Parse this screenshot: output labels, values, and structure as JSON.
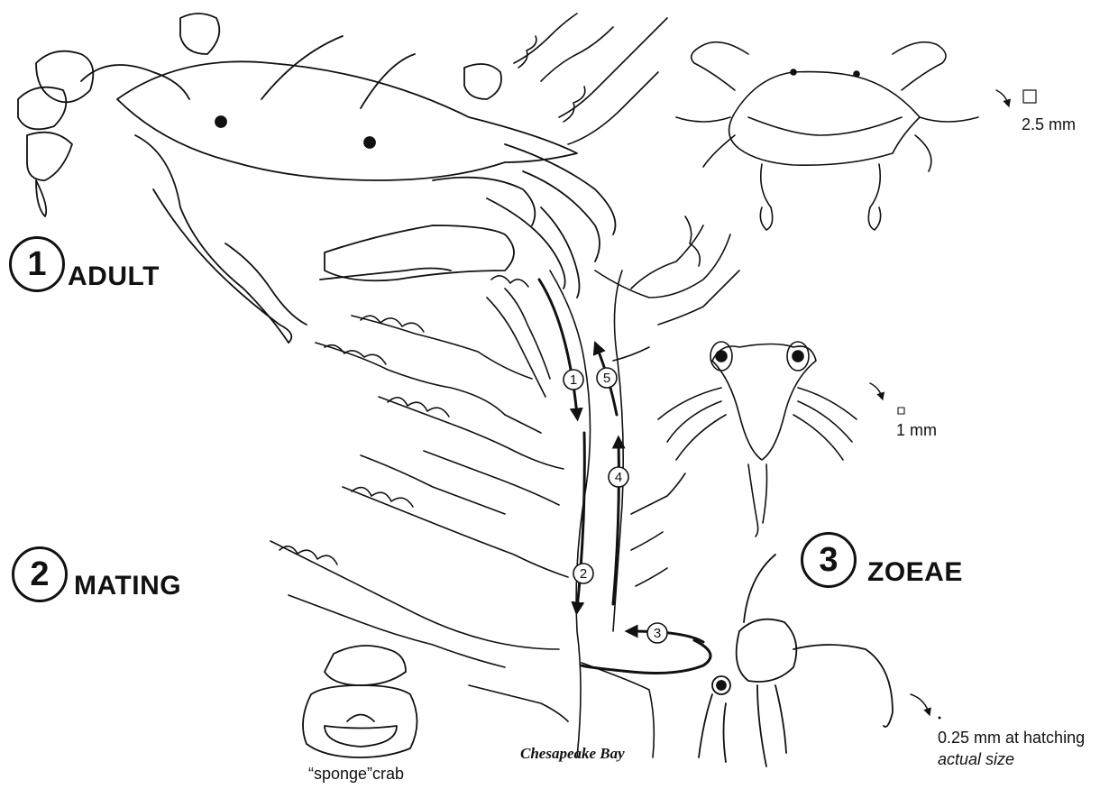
{
  "stages": {
    "adult": {
      "number": "1",
      "label": "ADULT"
    },
    "mating": {
      "number": "2",
      "label": "MATING"
    },
    "zoeae": {
      "number": "3",
      "label": "ZOEAE"
    }
  },
  "cycle_steps": [
    "1",
    "2",
    "3",
    "4",
    "5"
  ],
  "scales": {
    "crab_juvenile": "2.5 mm",
    "megalopa": "1 mm",
    "zoea_line1": "0.25 mm at hatching",
    "zoea_line2": "actual size"
  },
  "captions": {
    "bay": "Chesapeake Bay",
    "sponge_crab": "“sponge”crab"
  },
  "colors": {
    "ink": "#111111",
    "paper": "#ffffff"
  }
}
